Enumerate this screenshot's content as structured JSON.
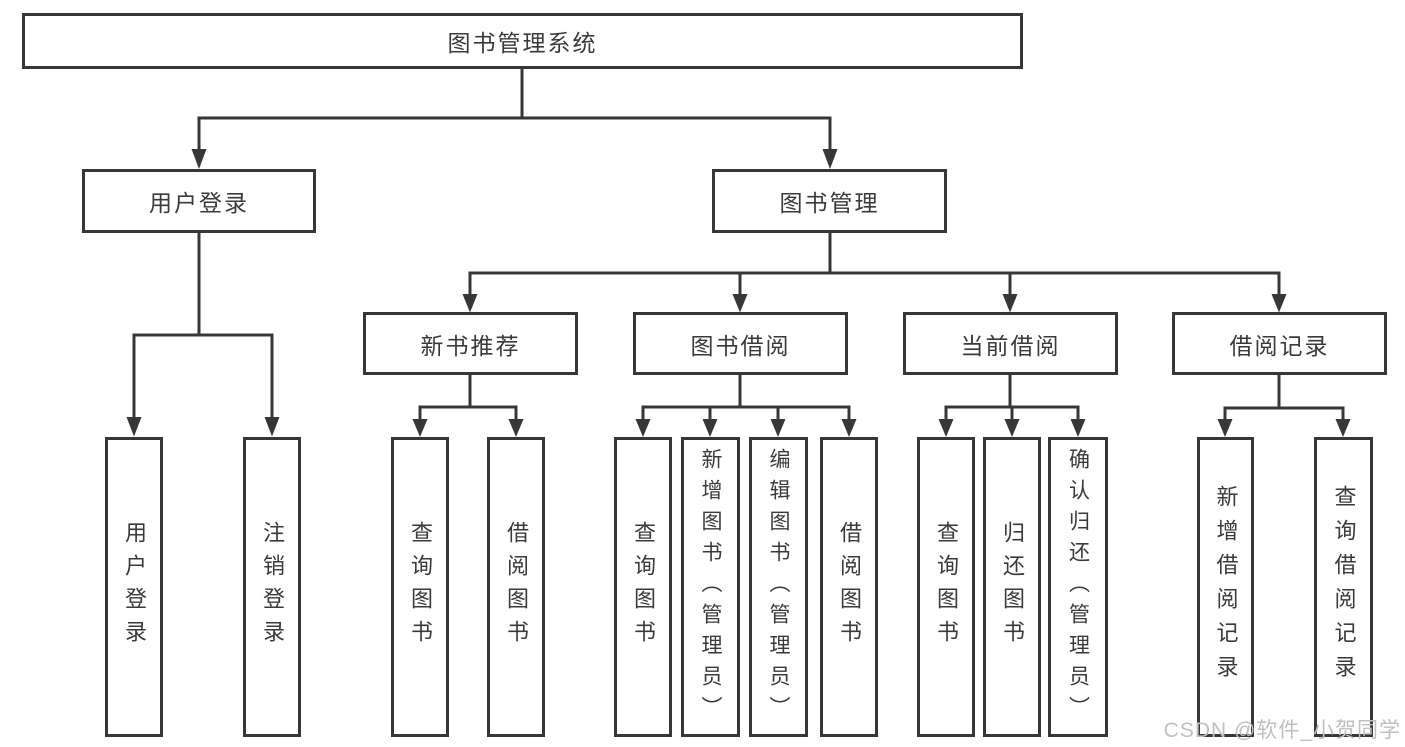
{
  "diagram": {
    "type": "hierarchy",
    "colors": {
      "line": "#373737",
      "box_border": "#373737",
      "box_fill": "#ffffff",
      "text": "#3a3a3a",
      "background": "#ffffff",
      "watermark": "#bfbfbf"
    },
    "tree": {
      "label": "图书管理系统",
      "children": [
        {
          "label": "用户登录",
          "children": [
            {
              "label": "用户登录"
            },
            {
              "label": "注销登录"
            }
          ]
        },
        {
          "label": "图书管理",
          "children": [
            {
              "label": "新书推荐",
              "children": [
                {
                  "label": "查询图书"
                },
                {
                  "label": "借阅图书"
                }
              ]
            },
            {
              "label": "图书借阅",
              "children": [
                {
                  "label": "查询图书"
                },
                {
                  "label": "新增图书（管理员）"
                },
                {
                  "label": "编辑图书（管理员）"
                },
                {
                  "label": "借阅图书"
                }
              ]
            },
            {
              "label": "当前借阅",
              "children": [
                {
                  "label": "查询图书"
                },
                {
                  "label": "归还图书"
                },
                {
                  "label": "确认归还（管理员）"
                }
              ]
            },
            {
              "label": "借阅记录",
              "children": [
                {
                  "label": "新增借阅记录"
                },
                {
                  "label": "查询借阅记录"
                }
              ]
            }
          ]
        }
      ]
    }
  },
  "watermark": {
    "text": "CSDN @软件_小贺同学"
  }
}
